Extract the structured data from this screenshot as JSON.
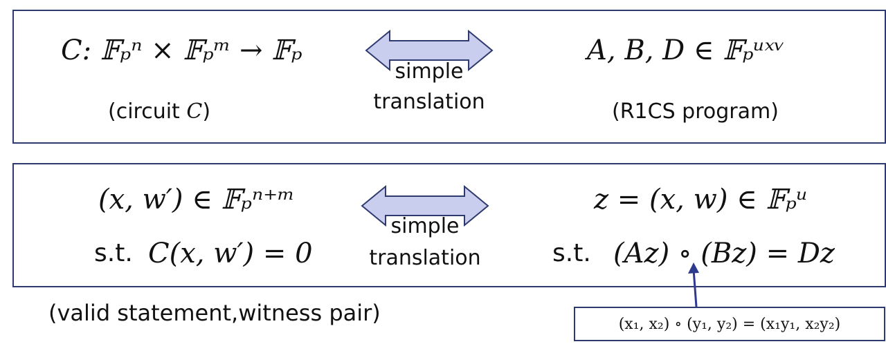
{
  "top": {
    "circuit_expr": "C: 𝔽ₚⁿ × 𝔽ₚᵐ → 𝔽ₚ",
    "circuit_caption_prefix": "(circuit ",
    "circuit_caption_var": "C",
    "circuit_caption_suffix": ")",
    "arrow_label_line1": "simple",
    "arrow_label_line2": "translation",
    "r1cs_expr": "A, B, D ∈ 𝔽ₚᵘˣᵛ",
    "r1cs_caption": "(R1CS program)"
  },
  "bottom": {
    "pair_expr": "(x, w′) ∈ 𝔽ₚⁿ⁺ᵐ",
    "pair_condition_prefix": "s.t.",
    "pair_condition": "C(x, w′) = 0",
    "arrow_label_line1": "simple",
    "arrow_label_line2": "translation",
    "z_expr": "z = (x, w) ∈ 𝔽ₚᵘ",
    "z_condition_prefix": "s.t.",
    "z_condition": "(Az) ∘ (Bz) = Dz",
    "caption": "(valid statement,witness pair)"
  },
  "callout": {
    "text": "(x₁, x₂) ∘ (y₁, y₂) = (x₁y₁, x₂y₂)"
  },
  "colors": {
    "box_border": "#2e3a6e",
    "arrow_fill": "#c9cdee",
    "arrow_stroke": "#2e3a6e",
    "pointer": "#2e3a8e"
  }
}
